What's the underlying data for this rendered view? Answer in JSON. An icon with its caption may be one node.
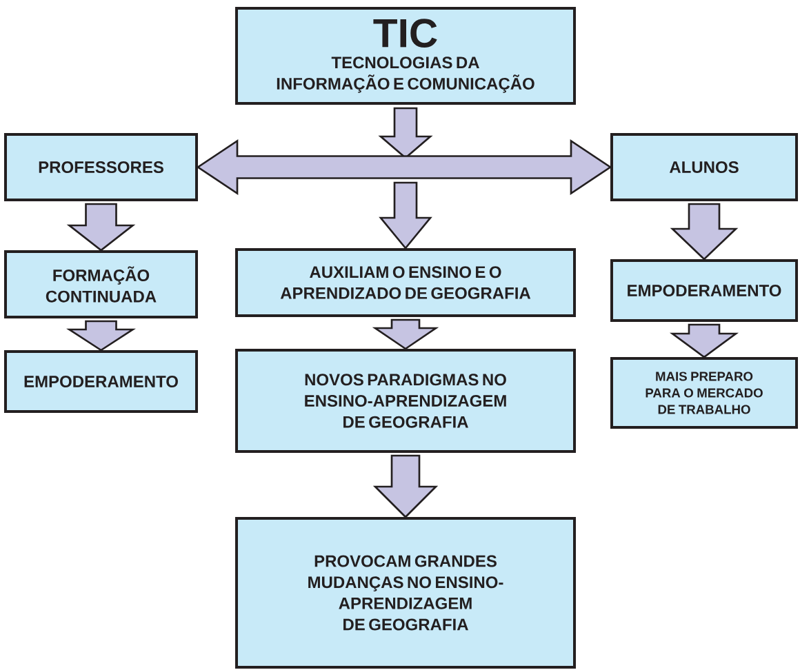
{
  "diagram": {
    "nodes": [
      {
        "text": [
          "TIC",
          "TECNOLOGIAS DA INFORMAÇÃO E COMUNICAÇÃO"
        ]
      },
      {
        "text": [
          "PROFESSORES"
        ]
      },
      {
        "text": [
          "ALUNOS"
        ]
      },
      {
        "text": [
          "FORMAÇÃO CONTINUADA"
        ]
      },
      {
        "text": [
          "EMPODERAMENTO"
        ]
      },
      {
        "text": [
          "AUXILIAM O ENSINO E O APRENDIZADO DE GEOGRAFIA"
        ]
      },
      {
        "text": [
          "NOVOS PARADIGMAS NO ENSINO-APRENDIZAGEM DE GEOGRAFIA"
        ]
      },
      {
        "text": [
          "PROVOCAM GRANDES MUDANÇAS NO ENSINO-APRENDIZAGEM DE GEOGRAFIA"
        ]
      },
      {
        "text": [
          "EMPODERAMENTO"
        ]
      },
      {
        "text": [
          "MAIS PREPARO PARA O MERCADO DE TRABALHO"
        ]
      }
    ],
    "edges": [
      {
        "from": 0,
        "to": null,
        "arrow": "to"
      },
      {
        "from": 1,
        "to": 2,
        "arrow": "both"
      },
      {
        "from": null,
        "to": 5,
        "arrow": "to"
      },
      {
        "from": 1,
        "to": 3,
        "arrow": "to"
      },
      {
        "from": 3,
        "to": 4,
        "arrow": "to"
      },
      {
        "from": 5,
        "to": 6,
        "arrow": "to"
      },
      {
        "from": 6,
        "to": 7,
        "arrow": "to"
      },
      {
        "from": 2,
        "to": 8,
        "arrow": "to"
      },
      {
        "from": 8,
        "to": 9,
        "arrow": "to"
      }
    ]
  }
}
